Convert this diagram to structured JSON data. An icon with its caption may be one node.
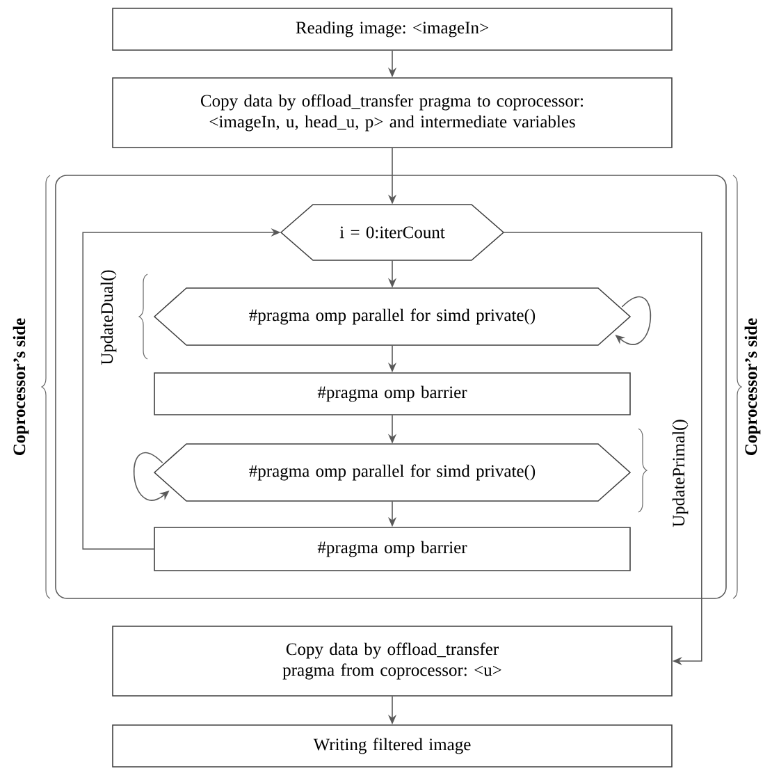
{
  "diagram": {
    "nodes": [
      {
        "text": [
          "Reading image: <imageIn>"
        ]
      },
      {
        "text": [
          "Copy data by offload_transfer pragma to coprocessor: <imageIn, u, head_u, p> and intermediate variables"
        ]
      },
      {
        "text": [],
        "shape": "box"
      },
      {
        "text": [
          "i = 0:iterCount"
        ],
        "in": 2
      },
      {
        "text": [
          "#pragma omp parallel for simd private()"
        ],
        "in": 2
      },
      {
        "text": [
          "#pragma omp barrier"
        ],
        "in": 2
      },
      {
        "text": [
          "#pragma omp parallel for simd private()"
        ],
        "in": 2
      },
      {
        "text": [
          "#pragma omp barrier"
        ],
        "in": 2
      },
      {
        "text": [
          "Copy data by offload_transfer pragma from coprocessor: <u>"
        ]
      },
      {
        "text": [
          "Writing filtered image"
        ]
      }
    ],
    "edges": [
      {
        "from": 0,
        "to": 1,
        "arrow": "to"
      },
      {
        "from": 1,
        "to": 3,
        "arrow": "to"
      },
      {
        "from": 3,
        "to": 4,
        "arrow": "to"
      },
      {
        "from": 4,
        "to": 4,
        "arrow": "to"
      },
      {
        "from": 4,
        "to": 5,
        "arrow": "to"
      },
      {
        "from": 5,
        "to": 6,
        "arrow": "to"
      },
      {
        "from": 6,
        "to": 6,
        "arrow": "to"
      },
      {
        "from": 6,
        "to": 7,
        "arrow": "to"
      },
      {
        "from": 7,
        "to": 3,
        "arrow": "to"
      },
      {
        "from": 3,
        "to": 8,
        "arrow": "to"
      },
      {
        "from": 8,
        "to": 9,
        "arrow": "to"
      }
    ],
    "labels": [
      "Coprocessor’s side",
      "UpdateDual()",
      "UpdatePrimal()",
      "Coprocessor’s side"
    ]
  }
}
